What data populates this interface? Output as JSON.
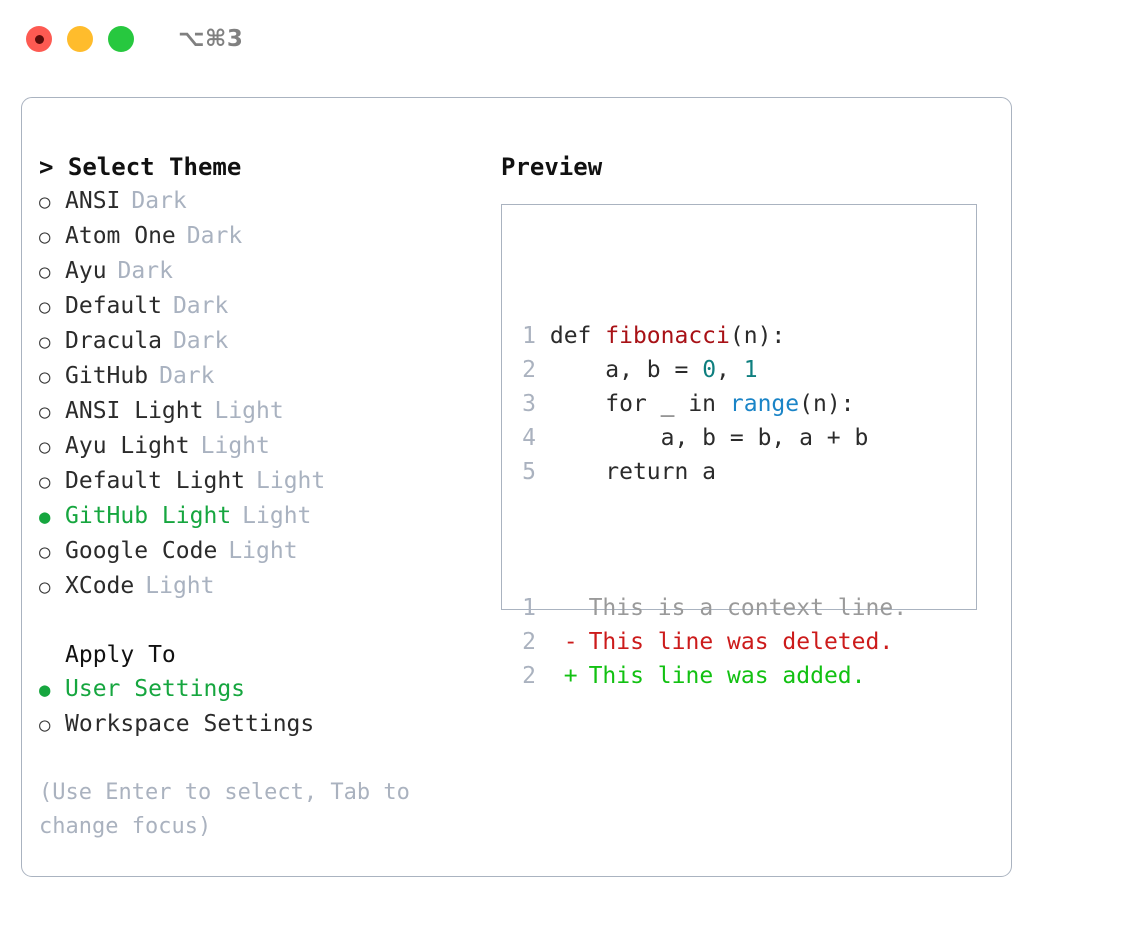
{
  "window": {
    "shortcut": "⌥⌘3",
    "traffic_lights": [
      "close-red",
      "minimize-yellow",
      "zoom-green"
    ]
  },
  "theme_picker": {
    "header_caret": ">",
    "header": "Select Theme",
    "radio_selected_glyph": "●",
    "radio_unselected_glyph": "○",
    "items": [
      {
        "label": "ANSI",
        "tag": "Dark",
        "selected": false
      },
      {
        "label": "Atom One",
        "tag": "Dark",
        "selected": false
      },
      {
        "label": "Ayu",
        "tag": "Dark",
        "selected": false
      },
      {
        "label": "Default",
        "tag": "Dark",
        "selected": false
      },
      {
        "label": "Dracula",
        "tag": "Dark",
        "selected": false
      },
      {
        "label": "GitHub",
        "tag": "Dark",
        "selected": false
      },
      {
        "label": "ANSI Light",
        "tag": "Light",
        "selected": false
      },
      {
        "label": "Ayu Light",
        "tag": "Light",
        "selected": false
      },
      {
        "label": "Default Light",
        "tag": "Light",
        "selected": false
      },
      {
        "label": "GitHub Light",
        "tag": "Light",
        "selected": true
      },
      {
        "label": "Google Code",
        "tag": "Light",
        "selected": false
      },
      {
        "label": "XCode",
        "tag": "Light",
        "selected": false
      }
    ]
  },
  "apply_to": {
    "header": "Apply To",
    "items": [
      {
        "label": "User Settings",
        "selected": true
      },
      {
        "label": "Workspace Settings",
        "selected": false
      }
    ]
  },
  "hint": "(Use Enter to select, Tab to change focus)",
  "preview": {
    "title": "Preview",
    "code_lines": [
      {
        "no": "1",
        "tokens": [
          {
            "t": "def ",
            "c": "kw"
          },
          {
            "t": "fibonacci",
            "c": "fn"
          },
          {
            "t": "(n):",
            "c": "plain"
          }
        ]
      },
      {
        "no": "2",
        "tokens": [
          {
            "t": "    a, b = ",
            "c": "plain"
          },
          {
            "t": "0",
            "c": "num"
          },
          {
            "t": ", ",
            "c": "plain"
          },
          {
            "t": "1",
            "c": "num"
          }
        ]
      },
      {
        "no": "3",
        "tokens": [
          {
            "t": "    for _ in ",
            "c": "plain"
          },
          {
            "t": "range",
            "c": "builtin"
          },
          {
            "t": "(n):",
            "c": "plain"
          }
        ]
      },
      {
        "no": "4",
        "tokens": [
          {
            "t": "        a, b = b, a + b",
            "c": "plain"
          }
        ]
      },
      {
        "no": "5",
        "tokens": [
          {
            "t": "    return a",
            "c": "plain"
          }
        ]
      }
    ],
    "diff_lines": [
      {
        "no": "1",
        "mark": " ",
        "text": "This is a context line.",
        "kind": "ctx"
      },
      {
        "no": "2",
        "mark": "-",
        "text": "This line was deleted.",
        "kind": "del"
      },
      {
        "no": "2",
        "mark": "+",
        "text": "This line was added.",
        "kind": "add"
      }
    ]
  },
  "colors": {
    "accent_green": "#16a63f",
    "muted": "#aab2bf",
    "border": "#aab3c0",
    "diff_add": "#12c112",
    "diff_del": "#cc1b1b",
    "fn": "#a81116",
    "builtin": "#1a84c7",
    "num": "#0f7f7f"
  }
}
